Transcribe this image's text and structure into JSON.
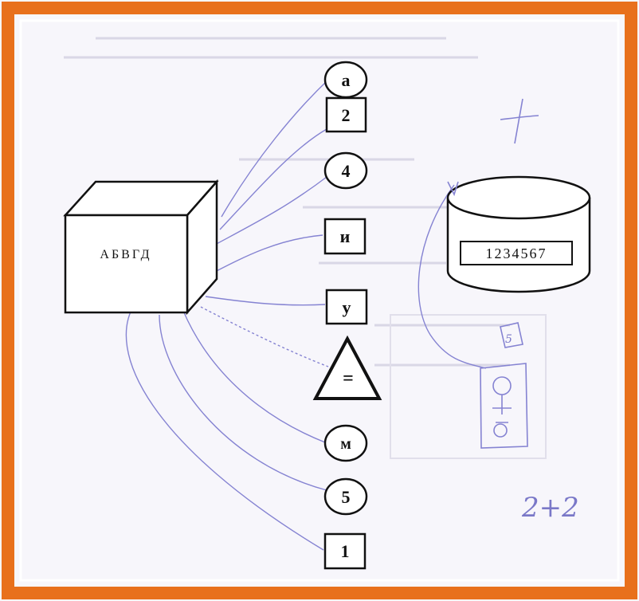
{
  "frame_color": "#e8701c",
  "ink_color": "#7b7bd0",
  "cube": {
    "label": "АБВГД"
  },
  "drum": {
    "label": "1234567"
  },
  "symbols": [
    {
      "shape": "circle",
      "text": "а"
    },
    {
      "shape": "square",
      "text": "2"
    },
    {
      "shape": "circle",
      "text": "4"
    },
    {
      "shape": "square",
      "text": "и"
    },
    {
      "shape": "square",
      "text": "у"
    },
    {
      "shape": "triangle",
      "text": "="
    },
    {
      "shape": "circle",
      "text": "м"
    },
    {
      "shape": "circle",
      "text": "5"
    },
    {
      "shape": "square",
      "text": "1"
    }
  ],
  "handwriting": {
    "score": "2+2",
    "box_mark": "5"
  }
}
